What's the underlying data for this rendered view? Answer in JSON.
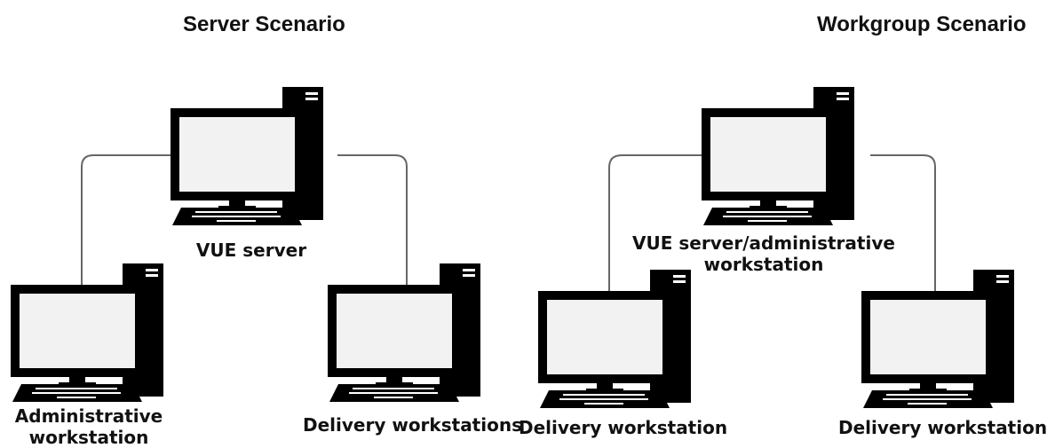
{
  "server_scenario": {
    "title": "Server Scenario",
    "server_label": "VUE server",
    "admin_label": [
      "Administrative",
      "workstation"
    ],
    "delivery_label": "Delivery workstations"
  },
  "workgroup_scenario": {
    "title": "Workgroup Scenario",
    "server_label": [
      "VUE server/administrative",
      "workstation"
    ],
    "delivery_left_label": "Delivery workstation",
    "delivery_right_label": "Delivery workstation"
  },
  "colors": {
    "device": "#000000",
    "screen": "#f2f2f2",
    "wire": "#555555",
    "text": "#111111"
  },
  "icon": "desktop-computer-icon"
}
